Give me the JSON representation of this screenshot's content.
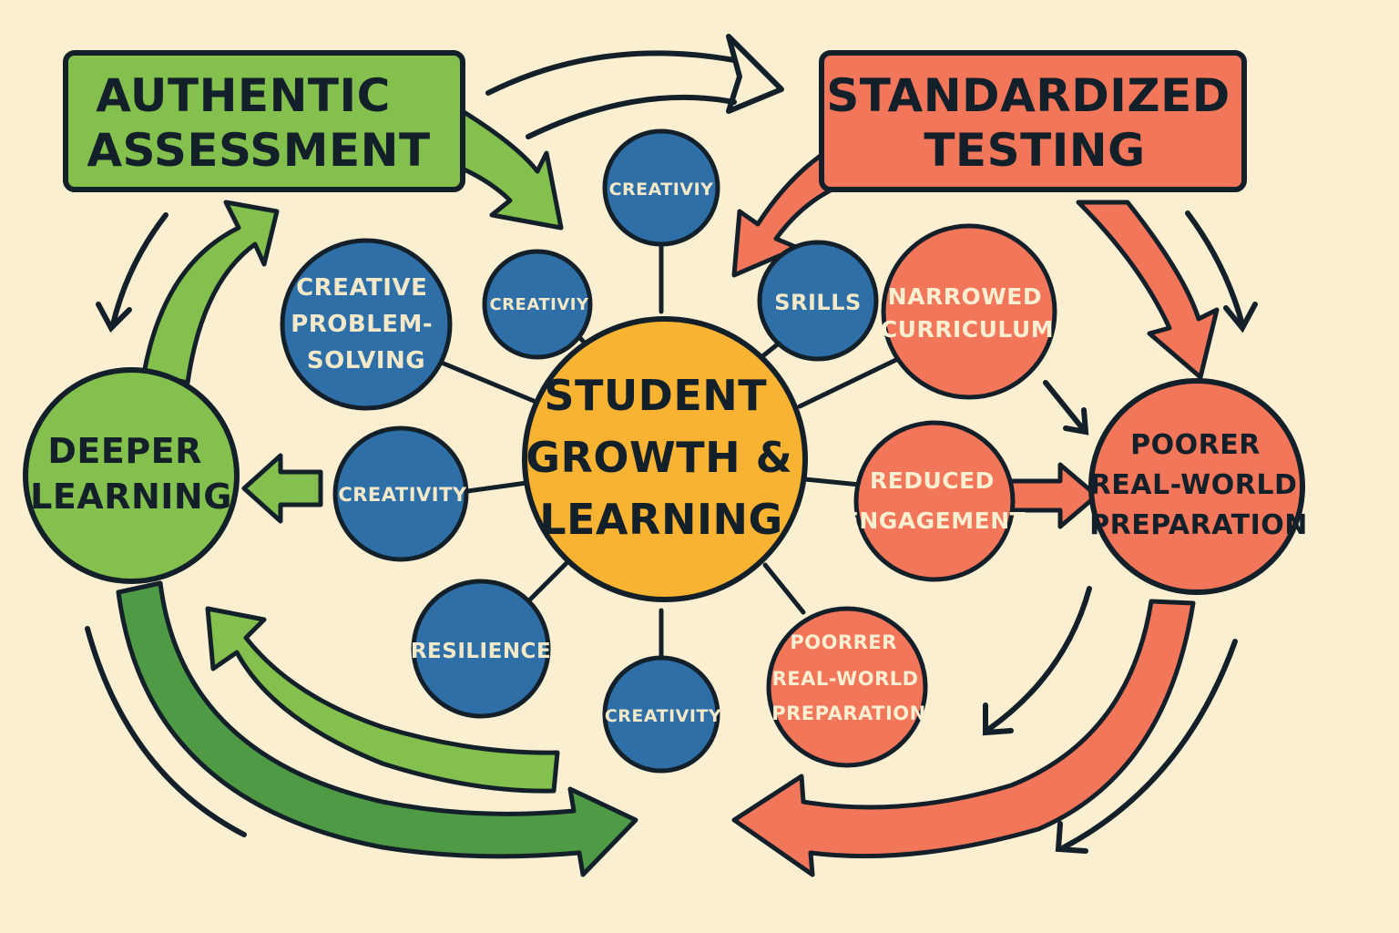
{
  "colors": {
    "background": "#fbefd2",
    "ink": "#13202a",
    "green": "#83c04e",
    "green_dark": "#4e9a45",
    "red": "#f2765a",
    "blue": "#2d6fa6",
    "blue_text": "#f3e9c9",
    "orange": "#f7b331"
  },
  "titles": {
    "authentic": [
      "AUTHENTIC",
      "ASSESSMENT"
    ],
    "standardized": [
      "STANDARDIZED",
      "TESTING"
    ]
  },
  "center": {
    "lines": [
      "STUDENT",
      "GROWTH &",
      "LEARNING"
    ]
  },
  "deeper": {
    "lines": [
      "DEEPER",
      "LEARNING"
    ]
  },
  "poorer_big": {
    "lines": [
      "POORER",
      "REAL-WORLD",
      "PREPARATION"
    ]
  },
  "blue_nodes": {
    "top": [
      "CREATIVIY"
    ],
    "upper_left": [
      "CREATIVIY"
    ],
    "creative_problem": [
      "CREATIVE",
      "PROBLEM-",
      "SOLVING"
    ],
    "left": [
      "CREATIVITY"
    ],
    "resilience": [
      "RESILIENCE"
    ],
    "bottom": [
      "CREATIVITY"
    ],
    "skills": [
      "SRILLS"
    ]
  },
  "red_nodes": {
    "narrowed": [
      "NARROWED",
      "CURRICULUM"
    ],
    "reduced": [
      "REDUCED",
      "ENGAGEMENT"
    ],
    "poorer_small": [
      "POORRER",
      "REAL-WORLD",
      "PREPARATION"
    ]
  }
}
